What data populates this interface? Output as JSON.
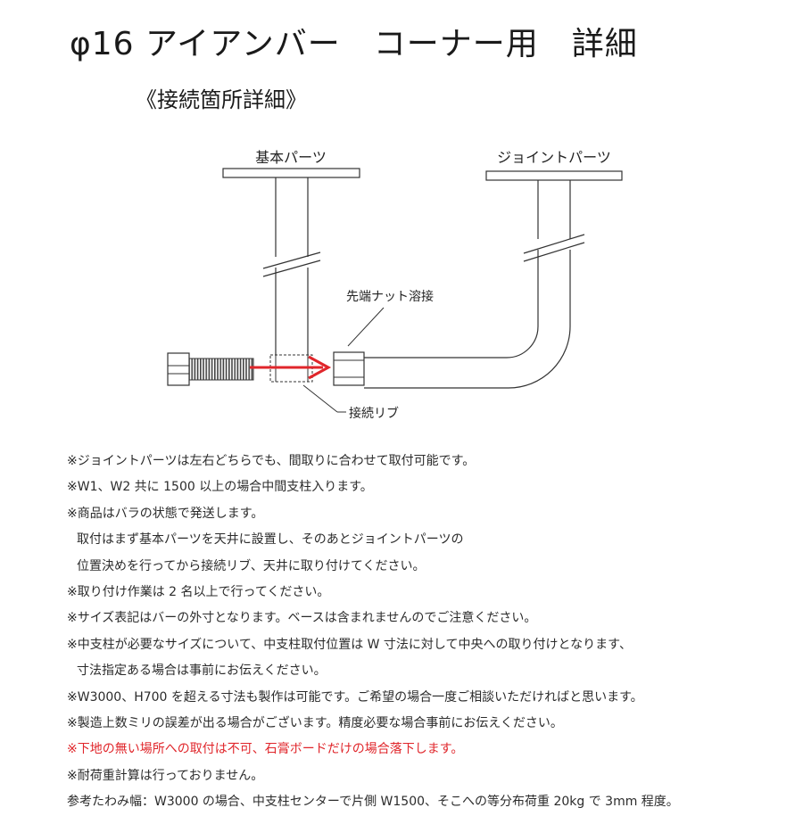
{
  "title": "φ16 アイアンバー　コーナー用　詳細",
  "subtitle": "《接続箇所詳細》",
  "diagram": {
    "label_base_parts": "基本パーツ",
    "label_joint_parts": "ジョイントパーツ",
    "label_tip_nut_weld": "先端ナット溶接",
    "label_connection_rib": "接続リブ",
    "arrow_color": "#e0262b"
  },
  "notes": [
    {
      "text": "※ジョイントパーツは左右どちらでも、間取りに合わせて取付可能です。",
      "style": "normal"
    },
    {
      "text": "※W1、W2 共に 1500 以上の場合中間支柱入ります。",
      "style": "normal"
    },
    {
      "text": "※商品はバラの状態で発送します。",
      "style": "normal"
    },
    {
      "text": "取付はまず基本パーツを天井に設置し、そのあとジョイントパーツの",
      "style": "indent"
    },
    {
      "text": "位置決めを行ってから接続リブ、天井に取り付けてください。",
      "style": "indent"
    },
    {
      "text": "※取り付け作業は 2 名以上で行ってください。",
      "style": "normal"
    },
    {
      "text": "※サイズ表記はバーの外寸となります。ベースは含まれませんのでご注意ください。",
      "style": "normal"
    },
    {
      "text": "※中支柱が必要なサイズについて、中支柱取付位置は W 寸法に対して中央への取り付けとなります、",
      "style": "normal"
    },
    {
      "text": "寸法指定ある場合は事前にお伝えください。",
      "style": "indent"
    },
    {
      "text": "※W3000、H700 を超える寸法も製作は可能です。ご希望の場合一度ご相談いただければと思います。",
      "style": "normal"
    },
    {
      "text": "※製造上数ミリの誤差が出る場合がございます。精度必要な場合事前にお伝えください。",
      "style": "normal"
    },
    {
      "text": "※下地の無い場所への取付は不可、石膏ボードだけの場合落下します。",
      "style": "warn"
    },
    {
      "text": "※耐荷重計算は行っておりません。",
      "style": "normal"
    },
    {
      "text": "参考たわみ幅：W3000 の場合、中支柱センターで片側 W1500、そこへの等分布荷重 20kg で 3mm 程度。",
      "style": "normal"
    }
  ]
}
